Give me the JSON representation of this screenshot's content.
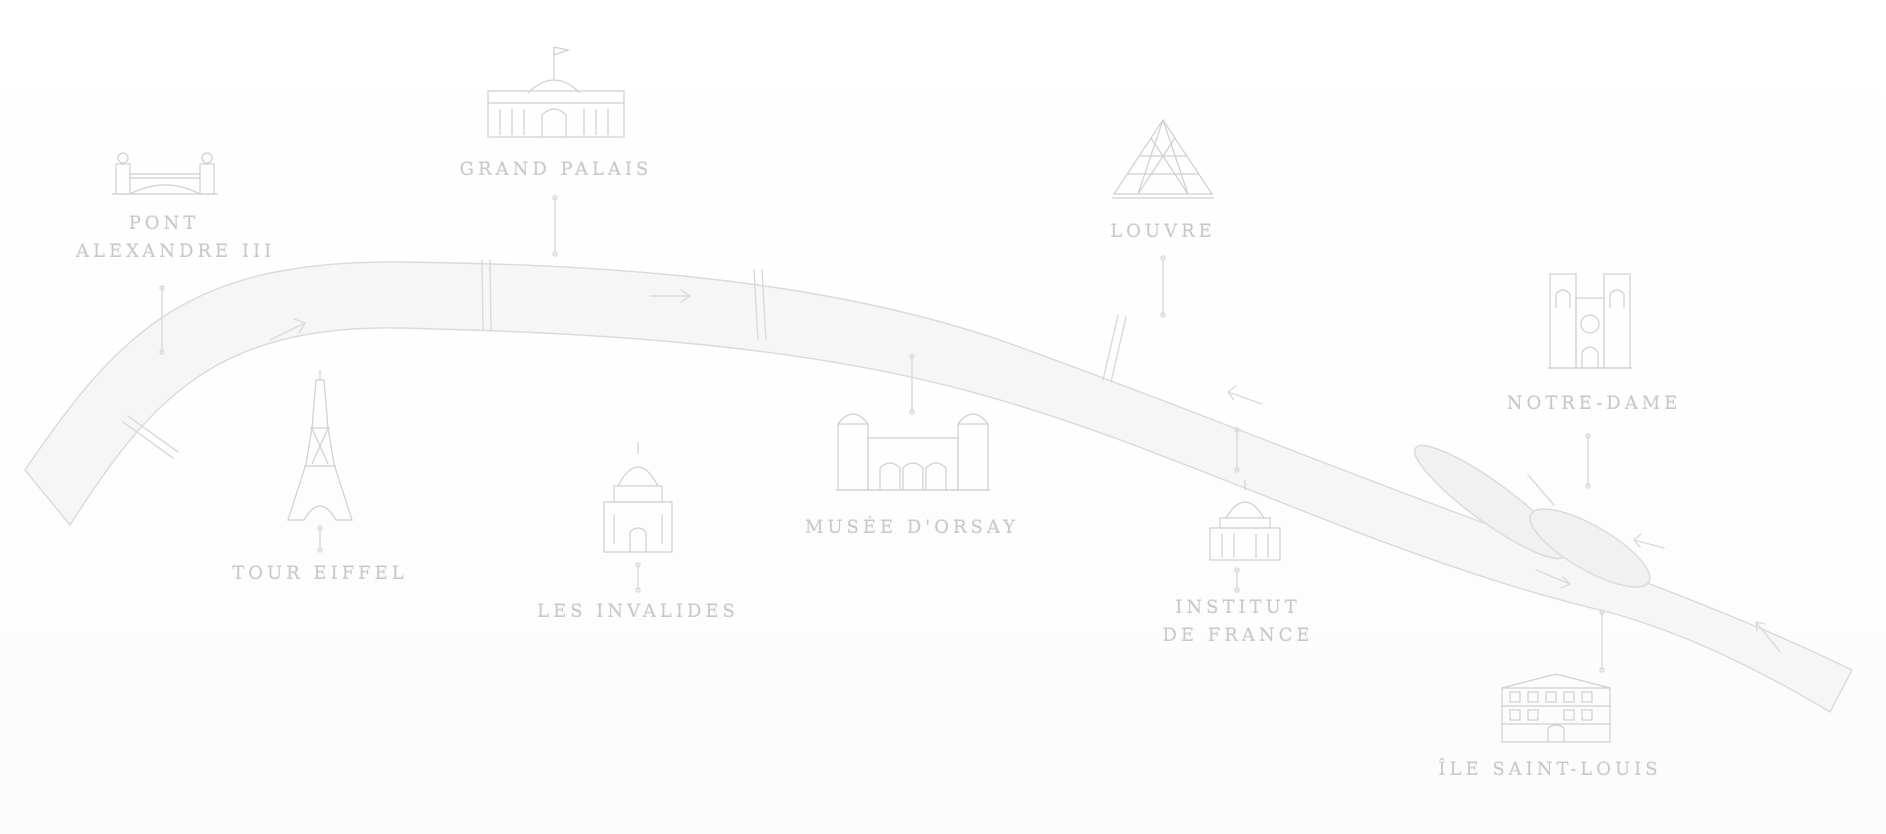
{
  "map": {
    "colors": {
      "background": "#ffffff",
      "river_fill": "#f5f5f5",
      "river_stroke": "#dadada",
      "ink": "#cfcfcf",
      "label": "#c8c8c8"
    },
    "landmarks": [
      {
        "id": "pont-alexandre-iii",
        "icon": "bridge-icon",
        "lines": [
          "PONT",
          "ALEXANDRE III"
        ]
      },
      {
        "id": "grand-palais",
        "icon": "palace-icon",
        "lines": [
          "GRAND PALAIS"
        ]
      },
      {
        "id": "louvre",
        "icon": "pyramid-icon",
        "lines": [
          "LOUVRE"
        ]
      },
      {
        "id": "notre-dame",
        "icon": "cathedral-icon",
        "lines": [
          "NOTRE-DAME"
        ]
      },
      {
        "id": "tour-eiffel",
        "icon": "eiffel-tower-icon",
        "lines": [
          "TOUR EIFFEL"
        ]
      },
      {
        "id": "les-invalides",
        "icon": "dome-icon",
        "lines": [
          "LES INVALIDES"
        ]
      },
      {
        "id": "musee-dorsay",
        "icon": "museum-icon",
        "lines": [
          "MUSÉE D'ORSAY"
        ]
      },
      {
        "id": "institut-de-france",
        "icon": "institute-dome-icon",
        "lines": [
          "INSTITUT",
          "DE FRANCE"
        ]
      },
      {
        "id": "ile-saint-louis",
        "icon": "mansion-icon",
        "lines": [
          "ÎLE SAINT-LOUIS"
        ]
      }
    ]
  }
}
